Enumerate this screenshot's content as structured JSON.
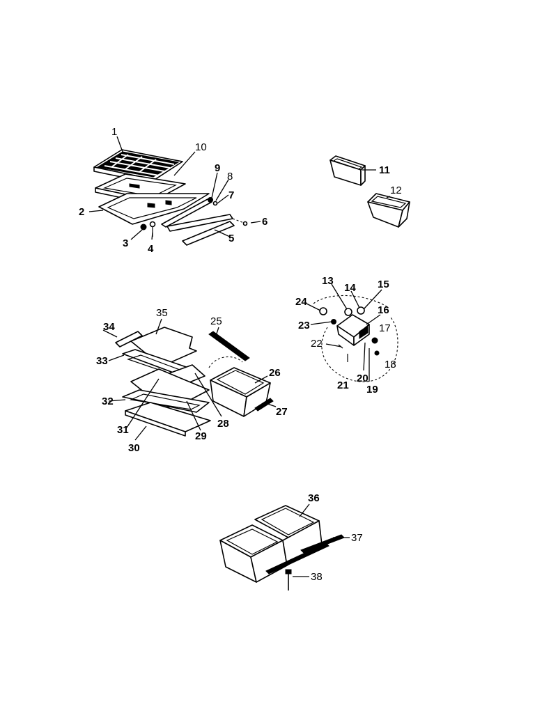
{
  "callouts": [
    {
      "id": "1",
      "text": "1"
    },
    {
      "id": "2",
      "text": "2"
    },
    {
      "id": "3",
      "text": "3"
    },
    {
      "id": "4",
      "text": "4"
    },
    {
      "id": "5",
      "text": "5"
    },
    {
      "id": "6",
      "text": "6"
    },
    {
      "id": "7",
      "text": "7"
    },
    {
      "id": "8",
      "text": "8"
    },
    {
      "id": "9",
      "text": "9"
    },
    {
      "id": "10",
      "text": "10"
    },
    {
      "id": "11",
      "text": "11"
    },
    {
      "id": "12",
      "text": "12"
    },
    {
      "id": "13",
      "text": "13"
    },
    {
      "id": "14",
      "text": "14"
    },
    {
      "id": "15",
      "text": "15"
    },
    {
      "id": "16",
      "text": "16"
    },
    {
      "id": "17",
      "text": "17"
    },
    {
      "id": "18",
      "text": "18"
    },
    {
      "id": "19",
      "text": "19"
    },
    {
      "id": "20",
      "text": "20"
    },
    {
      "id": "21",
      "text": "21"
    },
    {
      "id": "22",
      "text": "22"
    },
    {
      "id": "23",
      "text": "23"
    },
    {
      "id": "24",
      "text": "24"
    },
    {
      "id": "25",
      "text": "25"
    },
    {
      "id": "26",
      "text": "26"
    },
    {
      "id": "27",
      "text": "27"
    },
    {
      "id": "28",
      "text": "28"
    },
    {
      "id": "29",
      "text": "29"
    },
    {
      "id": "30",
      "text": "30"
    },
    {
      "id": "31",
      "text": "31"
    },
    {
      "id": "32",
      "text": "32"
    },
    {
      "id": "33",
      "text": "33"
    },
    {
      "id": "34",
      "text": "34"
    },
    {
      "id": "35",
      "text": "35"
    },
    {
      "id": "36",
      "text": "36"
    },
    {
      "id": "37",
      "text": "37"
    },
    {
      "id": "38",
      "text": "38"
    }
  ]
}
